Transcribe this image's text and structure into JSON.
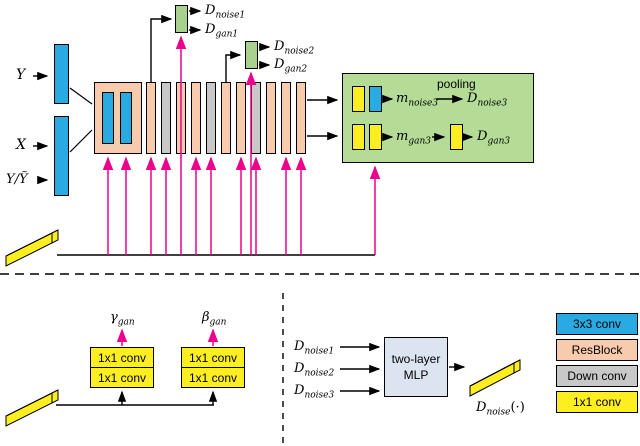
{
  "colors": {
    "blue": "#29ABE2",
    "salmon": "#F8CBAD",
    "gray": "#C8C8C8",
    "yellow": "#FCEE21",
    "green": "#A9D18E",
    "green_box": "#B4DC96",
    "mlp_box": "#DCE4F2",
    "magenta": "#EC008C",
    "rod_yellow": "#FCEE21"
  },
  "top": {
    "input_y": "Y",
    "input_x": "X",
    "input_yy": "Y/Ỹ",
    "backbone_bars": [
      "salmon",
      "gray",
      "salmon",
      "salmon",
      "gray",
      "salmon",
      "salmon",
      "gray",
      "salmon",
      "salmon",
      "salmon"
    ],
    "branch1": {
      "noise": {
        "base": "D",
        "sub": "noise1"
      },
      "gan": {
        "base": "D",
        "sub": "gan1"
      }
    },
    "branch2": {
      "noise": {
        "base": "D",
        "sub": "noise2"
      },
      "gan": {
        "base": "D",
        "sub": "gan2"
      }
    },
    "pool": {
      "pooling": "pooling",
      "m_noise": {
        "base": "m",
        "sub": "noise3"
      },
      "d_noise": {
        "base": "D",
        "sub": "noise3"
      },
      "m_gan": {
        "base": "m",
        "sub": "gan3"
      },
      "d_gan": {
        "base": "D",
        "sub": "gan3"
      }
    }
  },
  "modulation": {
    "gamma": {
      "base": "γ",
      "sub": "gan"
    },
    "beta": {
      "base": "β",
      "sub": "gan"
    },
    "conv_label": "1x1 conv"
  },
  "mlp": {
    "inputs": [
      {
        "base": "D",
        "sub": "noise1"
      },
      {
        "base": "D",
        "sub": "noise2"
      },
      {
        "base": "D",
        "sub": "noise3"
      }
    ],
    "box_line1": "two-layer",
    "box_line2": "MLP",
    "output": {
      "base": "D",
      "sub": "noise"
    },
    "output_suffix": "(·)"
  },
  "legend": {
    "items": [
      {
        "label": "3x3 conv",
        "color": "#29ABE2"
      },
      {
        "label": "ResBlock",
        "color": "#F8CBAD"
      },
      {
        "label": "Down conv",
        "color": "#C8C8C8"
      },
      {
        "label": "1x1 conv",
        "color": "#FCEE21"
      }
    ]
  }
}
